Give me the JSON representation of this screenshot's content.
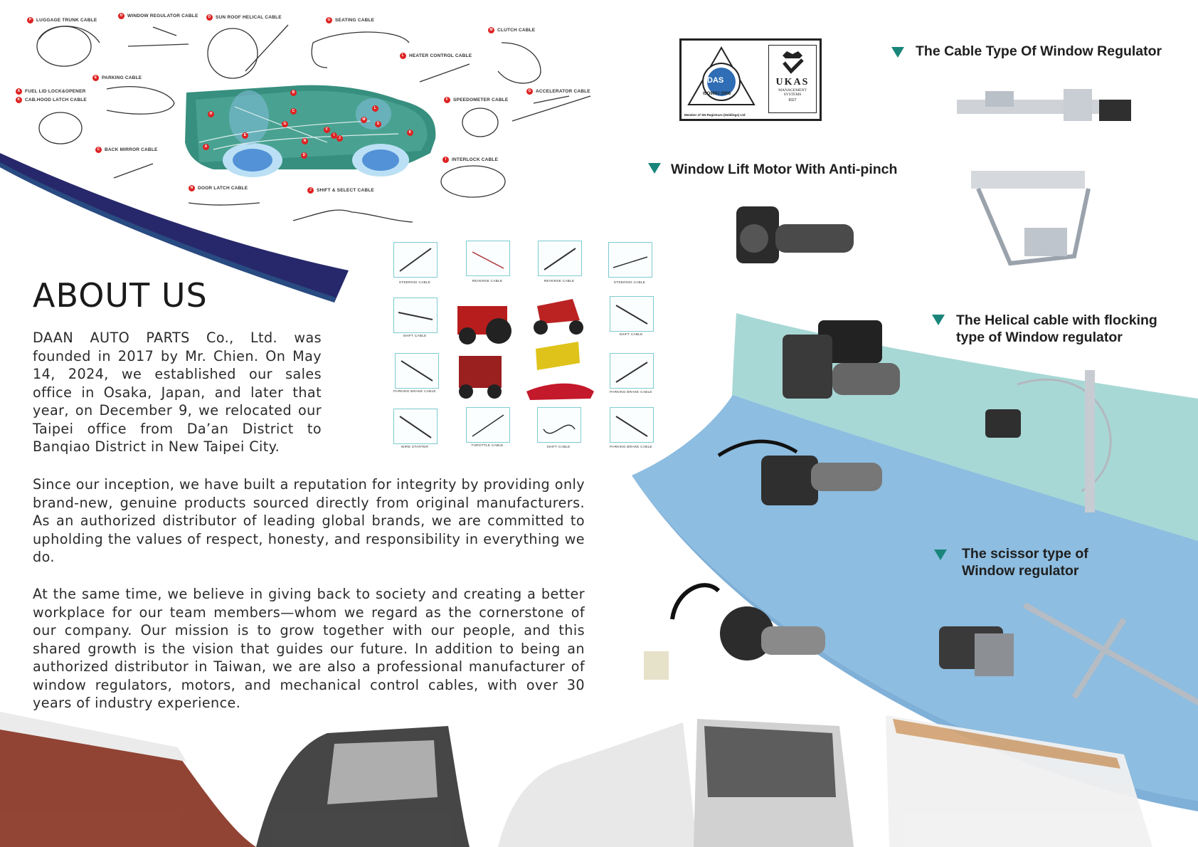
{
  "cable_labels": [
    {
      "code": "P",
      "text": "LUGGAGE TRUNK CABLE"
    },
    {
      "code": "H",
      "text": "WINDOW REGULATOR CABLE"
    },
    {
      "code": "D",
      "text": "SUN ROOF HELICAL CABLE"
    },
    {
      "code": "G",
      "text": "SEATING CABLE"
    },
    {
      "code": "M",
      "text": "CLUTCH CABLE"
    },
    {
      "code": "L",
      "text": "HEATER CONTROL CABLE"
    },
    {
      "code": "E",
      "text": "PARKING CABLE"
    },
    {
      "code": "A",
      "text": "FUEL LID LOCK&OPENER"
    },
    {
      "code": "K",
      "text": "CAB.HOOD LATCH CABLE"
    },
    {
      "code": "G",
      "text": "ACCELERATOR CABLE"
    },
    {
      "code": "F",
      "text": "SPEEDOMETER CABLE"
    },
    {
      "code": "C",
      "text": "BACK MIRROR CABLE"
    },
    {
      "code": "I",
      "text": "INTERLOCK CABLE"
    },
    {
      "code": "N",
      "text": "DOOR LATCH CABLE"
    },
    {
      "code": "J",
      "text": "SHIFT & SELECT CABLE"
    }
  ],
  "car_letters": [
    "B",
    "H",
    "C",
    "G",
    "E",
    "L",
    "M",
    "F",
    "I",
    "J",
    "N",
    "S",
    "A",
    "D",
    "K"
  ],
  "thumbnails": [
    "STEERING CABLE",
    "REVERSE CABLE",
    "REVERSE CABLE",
    "STEERING CABLE",
    "SHIFT CABLE",
    "SHIFT CABLE",
    "PARKING BRAKE CABLE",
    "PARKING BRAKE CABLE",
    "WIRE STARTER",
    "THROTTLE CABLE",
    "SHIFT CABLE",
    "PARKING BRAKE CABLE"
  ],
  "about": {
    "title": "ABOUT US",
    "p1": "DAAN AUTO PARTS Co., Ltd. was founded in 2017 by Mr. Chien. On May 14, 2024, we established our sales office in Osaka, Japan, and later that year, on December 9, we relocated our Taipei office from Da’an District to Banqiao District in New Taipei City.",
    "p2": "Since our inception, we have built a reputation for integrity by providing only brand-new, genuine products sourced directly from original manufacturers. As an authorized distributor of leading global brands, we are committed to upholding the values of respect, honesty, and responsibility in everything we do.",
    "p3": "At the same time, we believe in giving back to society and creating a better workplace for our team members—whom we regard as the cornerstone of our company. Our mission is to grow together with our people, and this shared growth is the vision that guides our future. In addition to being an authorized distributor in Taiwan, we are also a professional manufacturer of window regulators, motors, and mechanical control cables, with over 30 years of industry experience."
  },
  "certificate": {
    "das_logo": "DAS",
    "iso": "ISO9001:2008",
    "ukas_title": "UKAS",
    "ukas_sub1": "MANAGEMENT",
    "ukas_sub2": "SYSTEMS",
    "ukas_no": "8327",
    "member": "Member of SN Registrars (Holdings) Ltd"
  },
  "headings": {
    "cable_type": "The Cable Type Of  Window Regulator",
    "motor": "Window Lift Motor With Anti-pinch",
    "helical_1": "The Helical cable with flocking",
    "helical_2": "type of Window regulator",
    "scissor_1": "The scissor type of",
    "scissor_2": "Window regulator"
  },
  "colors": {
    "accent_teal": "#19857a",
    "navy_swoosh": "#27286b",
    "band_light": "#a8d8d6",
    "band_mid": "#8dbde0"
  }
}
